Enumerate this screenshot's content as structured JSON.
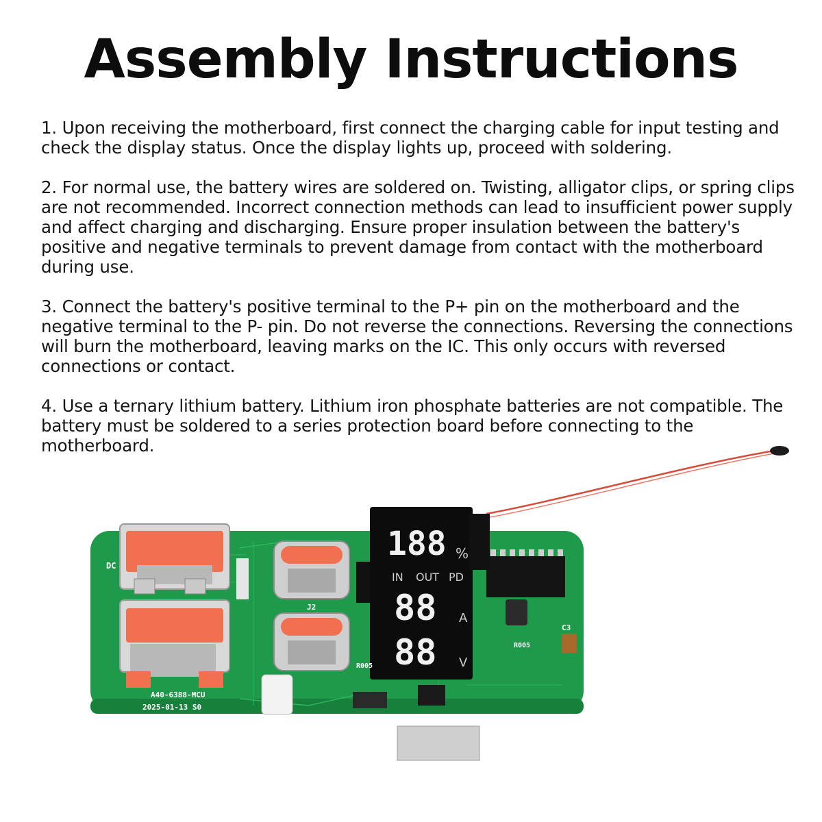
{
  "page": {
    "title": "Assembly Instructions",
    "steps": [
      "1. Upon receiving the motherboard, first connect the charging cable for input testing and check the display status. Once the display lights up, proceed with soldering.",
      "2. For normal use, the battery wires are soldered on. Twisting, alligator clips, or spring clips are not recommended. Incorrect connection methods can lead to insufficient power supply and affect charging and discharging. Ensure proper insulation between the battery's positive and negative terminals to prevent damage from contact with the motherboard during use.",
      "3. Connect the battery's positive terminal to the P+ pin on the motherboard and the negative terminal to the P- pin. Do not reverse the connections. Reversing the connections will burn the motherboard, leaving marks on the IC. This only occurs with reversed connections or contact.",
      "4. Use a ternary lithium battery. Lithium iron phosphate batteries are not compatible. The battery must be soldered to a series protection board before connecting to the motherboard."
    ]
  },
  "display": {
    "digits_top": "188",
    "digits_mid": "88",
    "digits_bottom": "88",
    "percent": "%",
    "label_in": "IN",
    "label_out": "OUT",
    "label_pd": "PD",
    "unit_a": "A",
    "unit_v": "V"
  },
  "board": {
    "model": "A40-6388-MCU",
    "date": "2025-01-13 S0",
    "label_j2": "J2",
    "label_dc": "DC",
    "label_c3": "C3",
    "label_r005_a": "R005",
    "label_r005_b": "R005"
  },
  "colors": {
    "pcb": "#1f9a4a",
    "pcb_dark": "#17803b",
    "usb_orange": "#f07050",
    "display_black": "#0c0c0c",
    "wire_red": "#d84a3a"
  }
}
